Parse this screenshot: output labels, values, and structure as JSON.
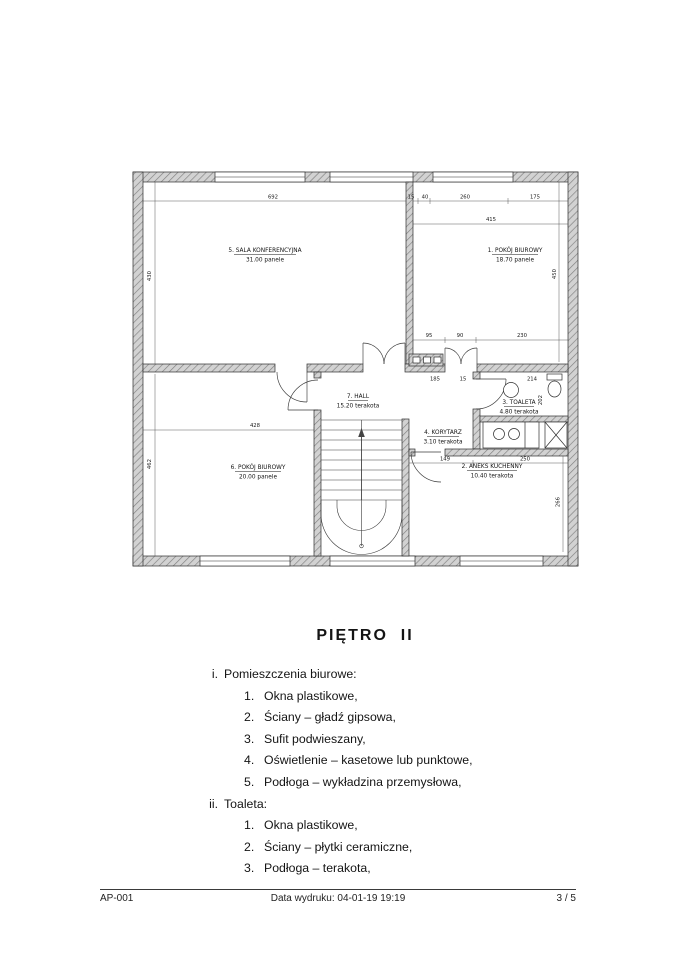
{
  "doc": {
    "title": "PIĘTRO  II",
    "footer": {
      "left": "AP-001",
      "center": "Data wydruku: 04-01-19 19:19",
      "right": "3 / 5"
    }
  },
  "plan": {
    "rooms": [
      {
        "name": "5. SALA KONFERENCYJNA",
        "area": "31.00 panele"
      },
      {
        "name": "1. POKÓJ BIUROWY",
        "area": "18.70 panele"
      },
      {
        "name": "7. HALL",
        "area": "15.20 terakota"
      },
      {
        "name": "3. TOALETA",
        "area": "4.80 terakota"
      },
      {
        "name": "4. KORYTARZ",
        "area": "3.10 terakota"
      },
      {
        "name": "6. POKÓJ BIUROWY",
        "area": "20.00 panele"
      },
      {
        "name": "2. ANEKS KUCHENNY",
        "area": "10.40 terakota"
      }
    ],
    "dims": {
      "top_left": "692",
      "tr_1": "15",
      "tr_2": "40",
      "tr_3": "260",
      "tr_4": "175",
      "tr_width": "415",
      "left_upper": "430",
      "right_upper": "450",
      "mid_1": "95",
      "mid_2": "90",
      "mid_3": "230",
      "hall_1": "185",
      "hall_2": "15",
      "hall_3": "214",
      "toilet_h": "202",
      "room6_w": "428",
      "left_lower": "462",
      "cor_w": "149",
      "kitchen_w": "250",
      "right_lower": "266"
    }
  },
  "list": {
    "sections": [
      {
        "label": "i.",
        "title": "Pomieszczenia biurowe:",
        "items": [
          {
            "num": "1.",
            "text": "Okna plastikowe,"
          },
          {
            "num": "2.",
            "text": "Ściany – gładź gipsowa,"
          },
          {
            "num": "3.",
            "text": "Sufit podwieszany,"
          },
          {
            "num": "4.",
            "text": "Oświetlenie – kasetowe lub punktowe,"
          },
          {
            "num": "5.",
            "text": "Podłoga – wykładzina przemysłowa,"
          }
        ]
      },
      {
        "label": "ii.",
        "title": "Toaleta:",
        "items": [
          {
            "num": "1.",
            "text": "Okna plastikowe,"
          },
          {
            "num": "2.",
            "text": "Ściany – płytki ceramiczne,"
          },
          {
            "num": "3.",
            "text": "Podłoga – terakota,"
          }
        ]
      }
    ]
  }
}
